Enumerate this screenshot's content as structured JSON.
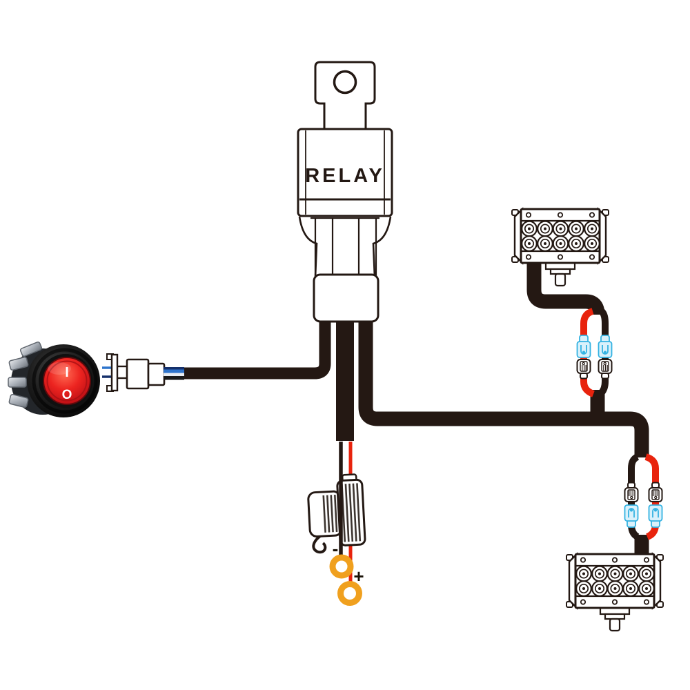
{
  "labels": {
    "relay": "RELAY",
    "switch_on": "I",
    "switch_off": "O",
    "battery_negative": "-",
    "battery_positive": "+"
  },
  "colors": {
    "wire_black": "#241813",
    "wire_red": "#e8230d",
    "stripe_blue": "#2e74cc",
    "stripe_navy": "#15306b",
    "spade_blue_stroke": "#33b2e2",
    "spade_blue_fill": "#daf1fb",
    "ring_terminal_orange": "#f0a01e",
    "switch_red": "#e01616"
  },
  "components": [
    "relay",
    "rocker-switch",
    "switch-quick-connector",
    "fuse-holder",
    "negative-ring-terminal",
    "positive-ring-terminal",
    "led-light-bar-top",
    "led-light-bar-bottom",
    "blue-female-spade-connectors",
    "white-male-spade-connectors"
  ]
}
